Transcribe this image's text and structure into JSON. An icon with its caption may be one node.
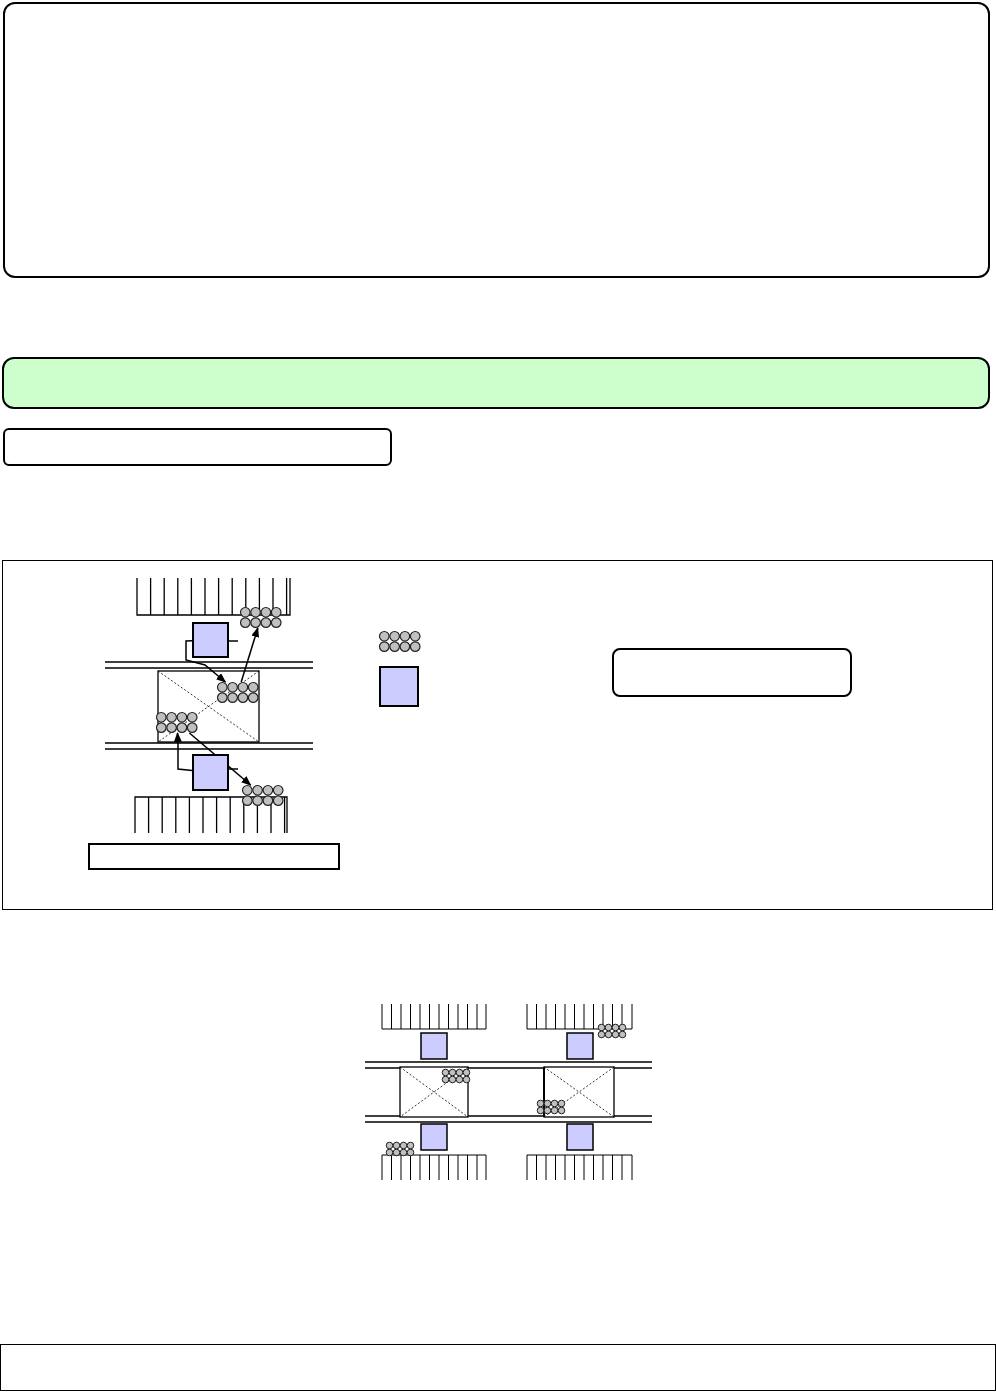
{
  "diagram": {
    "nodes": [
      {
        "text": [],
        "shape": "box"
      },
      {
        "text": [],
        "shape": "box"
      },
      {
        "text": [],
        "shape": "box"
      },
      {
        "text": [],
        "shape": "box"
      },
      {
        "text": [],
        "shape": "box",
        "in": 3
      },
      {
        "text": [],
        "shape": "circle",
        "in": 3
      },
      {
        "text": [],
        "shape": "circle",
        "in": 3
      },
      {
        "text": [],
        "shape": "circle",
        "in": 3
      },
      {
        "text": [],
        "shape": "box",
        "in": 3
      },
      {
        "text": [],
        "shape": "circle",
        "in": 3
      },
      {
        "text": [],
        "shape": "circle",
        "in": 3
      },
      {
        "text": [],
        "shape": "box",
        "in": 3
      },
      {
        "text": [],
        "shape": "box",
        "in": 3
      },
      {
        "text": [],
        "shape": "box",
        "in": 3
      },
      {
        "text": [],
        "shape": "box"
      }
    ],
    "edges": [
      {
        "from": 4,
        "to": 6,
        "arrow": "to"
      },
      {
        "from": 6,
        "to": 5,
        "arrow": "to"
      },
      {
        "from": 8,
        "to": 7,
        "arrow": "to"
      },
      {
        "from": 7,
        "to": 9,
        "arrow": "to"
      }
    ]
  }
}
